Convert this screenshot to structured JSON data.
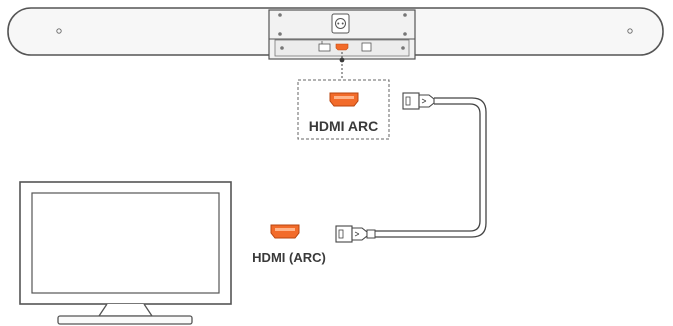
{
  "labels": {
    "soundbar_port": "HDMI ARC",
    "tv_port": "HDMI (ARC)"
  },
  "colors": {
    "port_orange": "#f26b2a",
    "outline": "#555555",
    "panel_fill": "#f2f2f2"
  },
  "icons": [
    "soundbar",
    "power-socket-icon",
    "hdmi-port-icon",
    "hdmi-plug-icon",
    "hdmi-cable",
    "tv"
  ]
}
